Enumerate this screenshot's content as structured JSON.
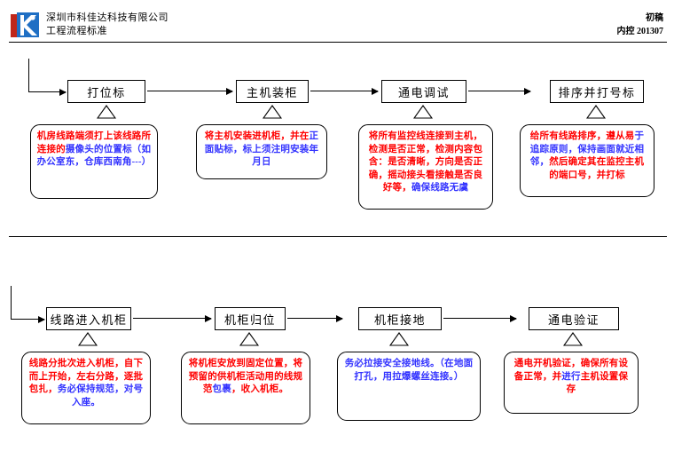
{
  "header": {
    "logo_icon": "kjd-logo-icon",
    "company_name": "深圳市科佳达科技有限公司",
    "document_title": "工程流程标准",
    "revision": "初稿",
    "control_number": "内控 201307"
  },
  "flow": {
    "rows": [
      {
        "row_id": "row-1",
        "steps": [
          {
            "label": "打位标",
            "marker": "triangle-marker",
            "note_segments": [
              {
                "text": "机房线路端须打上该线路所连接的",
                "color": "#ff0000"
              },
              {
                "text": "摄像头的位置标（如办公室东，仓库西南角---）",
                "color": "#3333ff"
              }
            ]
          },
          {
            "label": "主机装柜",
            "marker": "triangle-marker",
            "note_segments": [
              {
                "text": "将主机安装进机柜，并在",
                "color": "#ff0000"
              },
              {
                "text": "正面贴标，标上须注明安装年月日",
                "color": "#3333ff"
              }
            ]
          },
          {
            "label": "通电调试",
            "marker": "triangle-marker",
            "note_segments": [
              {
                "text": "将所有监控线连接到主机，检测是否正常，检测内容包含：是否清晰，方向是否正确，摇动接头看接触是否良好等，",
                "color": "#ff0000"
              },
              {
                "text": "确保线路无虞",
                "color": "#3333ff"
              }
            ]
          },
          {
            "label": "排序并打号标",
            "marker": "triangle-marker",
            "note_segments": [
              {
                "text": "给所有线路排序，遵从易",
                "color": "#ff0000"
              },
              {
                "text": "于追踪原则，保持画面就近相邻，",
                "color": "#3333ff"
              },
              {
                "text": "然后确定其在监控主机的端口号，并打标",
                "color": "#ff0000"
              }
            ]
          }
        ]
      },
      {
        "row_id": "row-2",
        "steps": [
          {
            "label": "线路进入机柜",
            "marker": "triangle-marker",
            "note_segments": [
              {
                "text": "线路分批次进入机柜，自下而上开始，左右分路，逐批包扎，",
                "color": "#ff0000"
              },
              {
                "text": "务必保持规范，对号入座。",
                "color": "#3333ff"
              }
            ]
          },
          {
            "label": "机柜归位",
            "marker": "triangle-marker",
            "note_segments": [
              {
                "text": "将机柜安放到固定位置，将预留的供机柜活动用的线规范",
                "color": "#ff0000"
              },
              {
                "text": "包裹",
                "color": "#3333ff"
              },
              {
                "text": "，收入机柜。",
                "color": "#ff0000"
              }
            ]
          },
          {
            "label": "机柜接地",
            "marker": "triangle-marker",
            "note_segments": [
              {
                "text": "务必拉接安全接地线。（在地面打孔，用拉爆螺丝连接。）",
                "color": "#3333ff"
              }
            ]
          },
          {
            "label": "通电验证",
            "marker": "triangle-marker",
            "note_segments": [
              {
                "text": "通电开机验证，确保所有设备正常，并",
                "color": "#ff0000"
              },
              {
                "text": "进行",
                "color": "#3333ff"
              },
              {
                "text": "主机设置保存",
                "color": "#ff0000"
              }
            ]
          }
        ]
      }
    ]
  },
  "colors": {
    "red": "#ff0000",
    "blue": "#3333ff",
    "line": "#000000",
    "logo_blue": "#1f6fc4",
    "logo_red": "#c0271a"
  }
}
